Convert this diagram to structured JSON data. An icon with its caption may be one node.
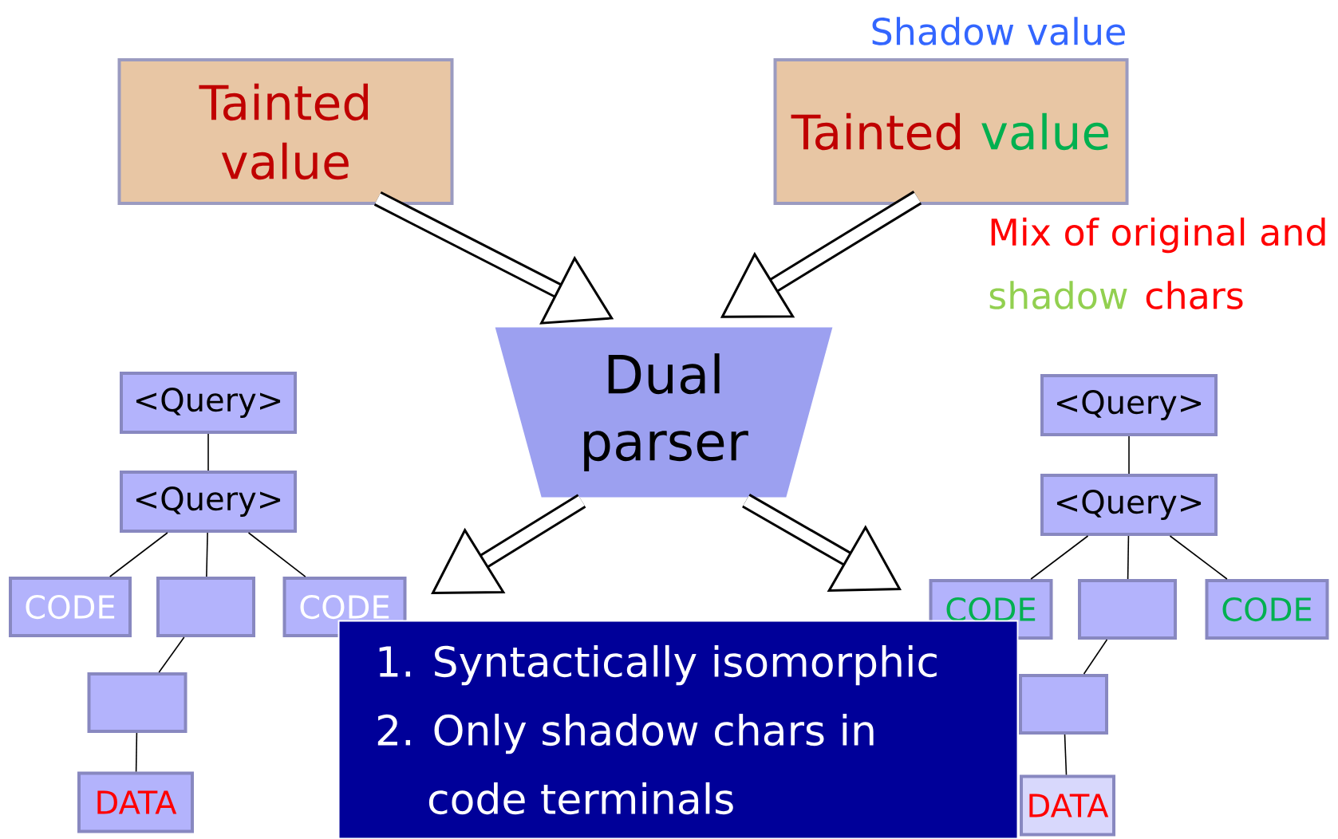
{
  "diagram": {
    "nodes": [
      {
        "text": [
          "Tainted value"
        ]
      },
      {
        "text": [
          "Tainted",
          "value"
        ],
        "beside": [
          "Shadow value"
        ]
      },
      {
        "text": [
          "Dual parser"
        ]
      },
      {
        "text": [
          "<Query>"
        ]
      },
      {
        "text": [
          "<Query>"
        ]
      },
      {
        "text": [
          "CODE"
        ]
      },
      {
        "text": [],
        "shape": "box"
      },
      {
        "text": [
          "CODE"
        ]
      },
      {
        "text": [],
        "shape": "box"
      },
      {
        "text": [
          "DATA"
        ]
      },
      {
        "text": [
          "<Query>"
        ]
      },
      {
        "text": [
          "<Query>"
        ]
      },
      {
        "text": [
          "CODE"
        ]
      },
      {
        "text": [],
        "shape": "box"
      },
      {
        "text": [
          "CODE"
        ]
      },
      {
        "text": [],
        "shape": "box"
      },
      {
        "text": [
          "DATA"
        ]
      },
      {
        "text": [
          "1. Syntactically isomorphic",
          "2. Only shadow chars in code terminals"
        ]
      }
    ],
    "edges": [
      {
        "from": 0,
        "to": 2,
        "arrow": "to",
        "style": "thick"
      },
      {
        "from": 1,
        "to": 2,
        "arrow": "to",
        "style": "thick"
      },
      {
        "from": 2,
        "to": null,
        "arrow": "to",
        "style": "thick"
      },
      {
        "from": 2,
        "to": null,
        "arrow": "to",
        "style": "thick"
      },
      {
        "from": 3,
        "to": 4,
        "arrow": "none"
      },
      {
        "from": 4,
        "to": 5,
        "arrow": "none"
      },
      {
        "from": 4,
        "to": 6,
        "arrow": "none"
      },
      {
        "from": 4,
        "to": 7,
        "arrow": "none"
      },
      {
        "from": 6,
        "to": 8,
        "arrow": "none"
      },
      {
        "from": 8,
        "to": 9,
        "arrow": "none"
      },
      {
        "from": 10,
        "to": 11,
        "arrow": "none"
      },
      {
        "from": 11,
        "to": 12,
        "arrow": "none"
      },
      {
        "from": 11,
        "to": 13,
        "arrow": "none"
      },
      {
        "from": 11,
        "to": 14,
        "arrow": "none"
      },
      {
        "from": 13,
        "to": 15,
        "arrow": "none"
      },
      {
        "from": 15,
        "to": 16,
        "arrow": "none"
      }
    ],
    "labels": [
      "Mix of original and",
      "shadow",
      "chars"
    ]
  }
}
